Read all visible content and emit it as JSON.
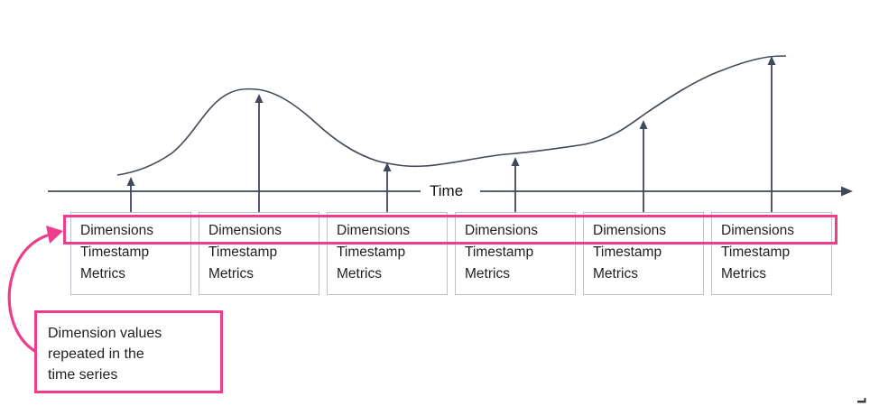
{
  "diagram": {
    "axis_label": "Time",
    "highlighted_field": "Dimensions",
    "records": [
      {
        "lines": [
          "Dimensions",
          "Timestamp",
          "Metrics"
        ]
      },
      {
        "lines": [
          "Dimensions",
          "Timestamp",
          "Metrics"
        ]
      },
      {
        "lines": [
          "Dimensions",
          "Timestamp",
          "Metrics"
        ]
      },
      {
        "lines": [
          "Dimensions",
          "Timestamp",
          "Metrics"
        ]
      },
      {
        "lines": [
          "Dimensions",
          "Timestamp",
          "Metrics"
        ]
      },
      {
        "lines": [
          "Dimensions",
          "Timestamp",
          "Metrics"
        ]
      }
    ],
    "callout": {
      "lines": [
        "Dimension values",
        "repeated in the",
        "time series"
      ]
    }
  },
  "colors": {
    "accent_pink": "#ee3d8b",
    "line_dark": "#40485a",
    "box_border": "#bcc1cb",
    "text": "#1f1f1f"
  }
}
